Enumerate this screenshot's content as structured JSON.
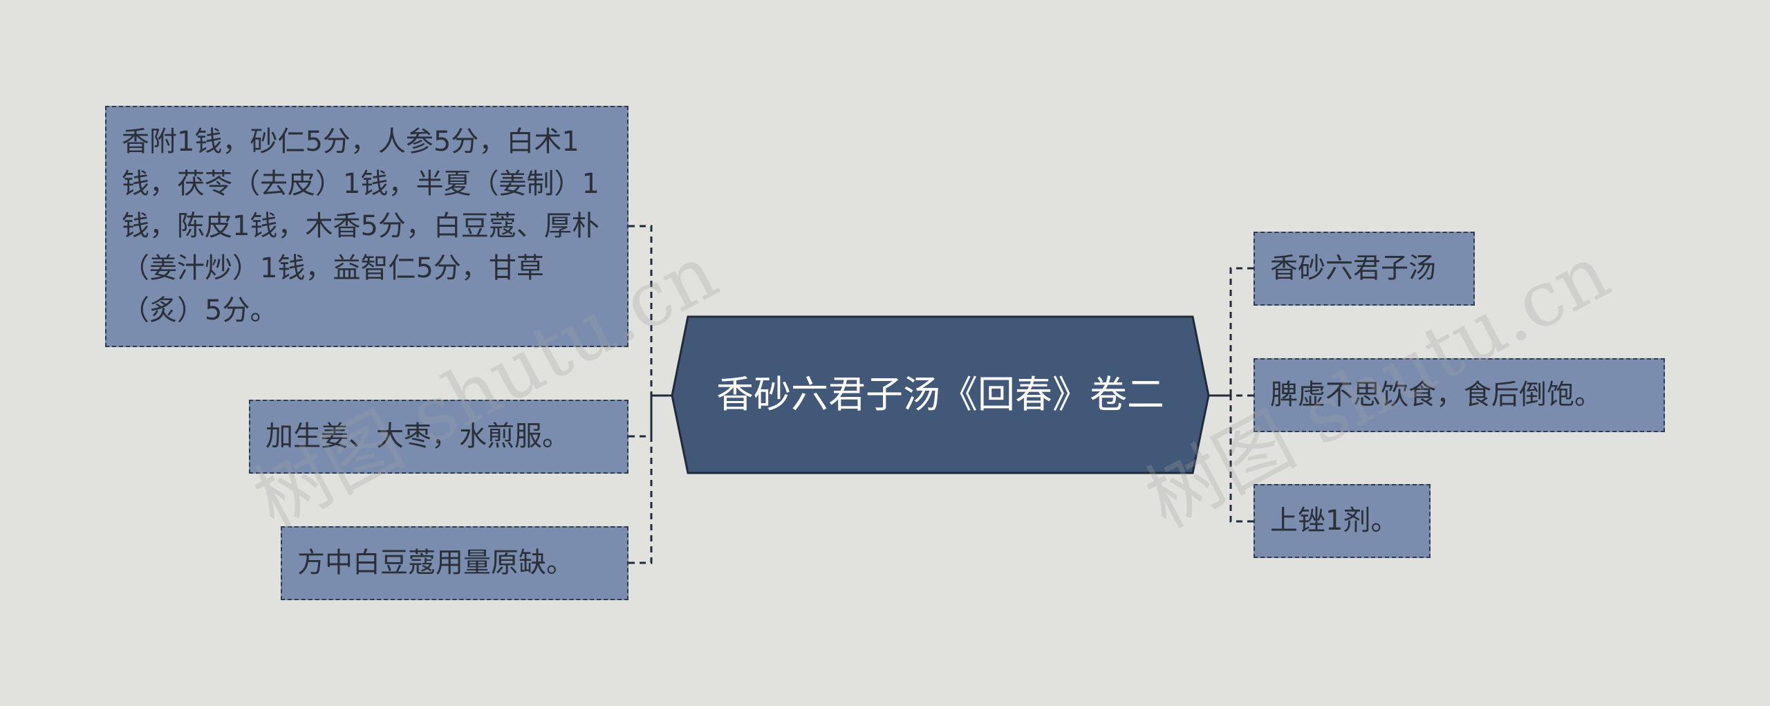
{
  "central_topic": "香砂六君子汤《回春》卷二",
  "left_branches": [
    {
      "text": "香附1钱，砂仁5分，人参5分，白术1钱，茯苓（去皮）1钱，半夏（姜制）1钱，陈皮1钱，木香5分，白豆蔻、厚朴（姜汁炒）1钱，益智仁5分，甘草（炙）5分。"
    },
    {
      "text": "加生姜、大枣，水煎服。"
    },
    {
      "text": "方中白豆蔻用量原缺。"
    }
  ],
  "right_branches": [
    {
      "text": "香砂六君子汤"
    },
    {
      "text": "脾虚不思饮食，食后倒饱。"
    },
    {
      "text": "上锉1剂。"
    }
  ],
  "watermark": "树图 shutu.cn",
  "colors": {
    "background": "#e1e2de",
    "central_fill": "#415878",
    "branch_fill": "#7a8daf",
    "border": "#1f2a3a"
  }
}
